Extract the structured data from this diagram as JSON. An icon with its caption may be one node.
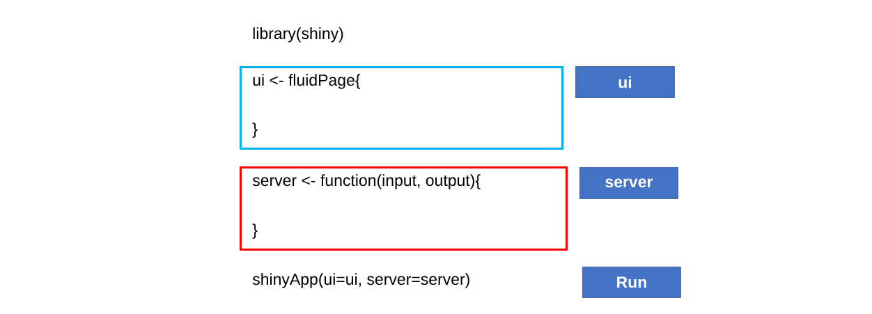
{
  "diagram": {
    "nodes": [
      {
        "text": [
          "ui <- fluidPage{",
          "}"
        ]
      },
      {
        "text": [
          "server <- function(input, output){",
          "}"
        ]
      },
      {
        "text": [
          "ui"
        ]
      },
      {
        "text": [
          "server"
        ]
      },
      {
        "text": [
          "Run"
        ]
      }
    ],
    "labels": [
      "library(shiny)",
      "shinyApp(ui=ui, server=server)"
    ]
  }
}
